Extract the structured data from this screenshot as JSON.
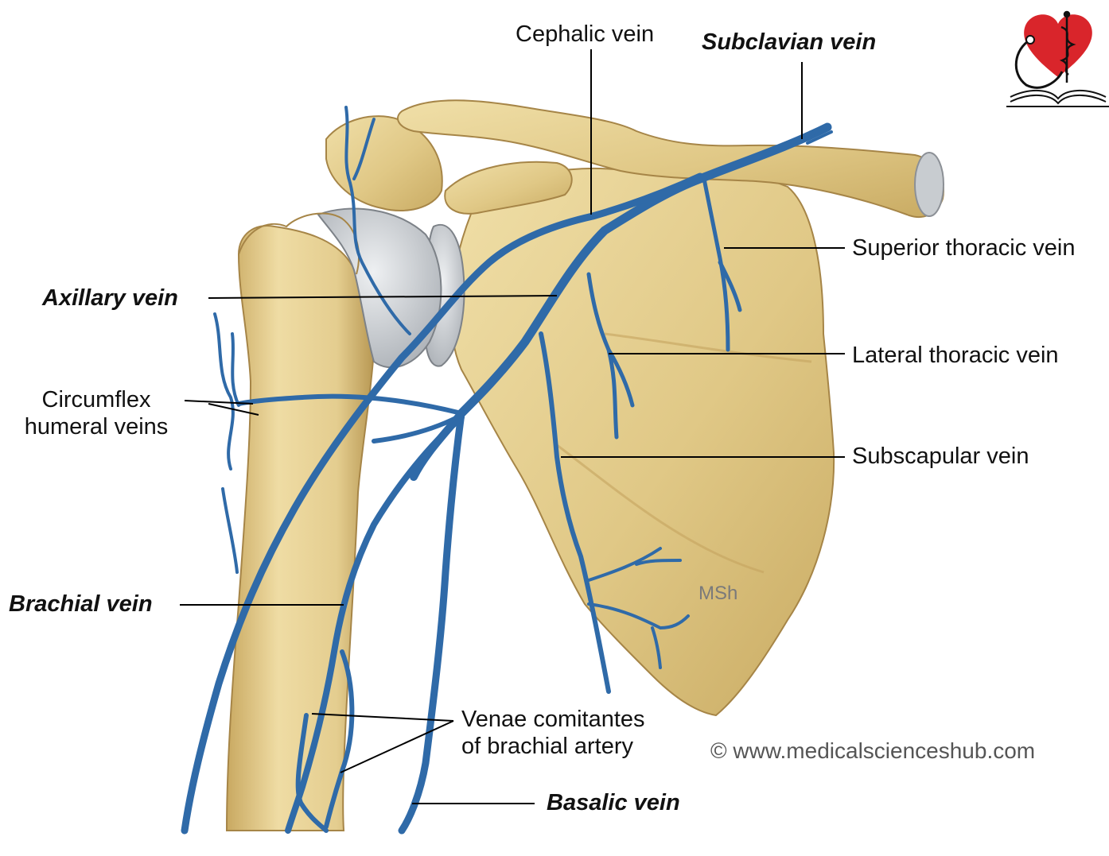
{
  "labels": {
    "cephalic_vein": "Cephalic vein",
    "subclavian_vein": "Subclavian vein",
    "superior_thoracic_vein": "Superior thoracic vein",
    "axillary_vein": "Axillary vein",
    "lateral_thoracic_vein": "Lateral thoracic vein",
    "circumflex_humeral_veins_line1": "Circumflex",
    "circumflex_humeral_veins_line2": "humeral veins",
    "subscapular_vein": "Subscapular vein",
    "brachial_vein": "Brachial vein",
    "venae_comitantes_line1": "Venae comitantes",
    "venae_comitantes_line2": "of brachial artery",
    "basalic_vein": "Basalic vein"
  },
  "watermark": {
    "artist_mark": "MSh",
    "copyright": "© www.medicalscienceshub.com"
  },
  "logo": {
    "name": "medicalscienceshub-logo",
    "icons": [
      "heart-icon",
      "caduceus-icon",
      "stethoscope-icon",
      "open-book-icon"
    ]
  },
  "colors": {
    "vein": "#2f6aa8",
    "vein_highlight": "#6fa2d6",
    "bone": "#e2cc8e",
    "bone_shadow": "#b99a55",
    "cartilage": "#c9cdd1",
    "leader": "#000000",
    "logo_red": "#d9252b"
  }
}
